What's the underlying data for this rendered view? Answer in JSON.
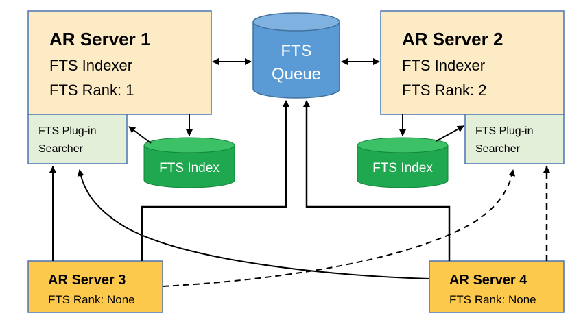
{
  "server1": {
    "title": "AR Server 1",
    "line1": "FTS Indexer",
    "line2": "FTS Rank: 1",
    "plugin_line1": "FTS Plug-in",
    "plugin_line2": "Searcher"
  },
  "server2": {
    "title": "AR Server 2",
    "line1": "FTS Indexer",
    "line2": "FTS Rank: 2",
    "plugin_line1": "FTS Plug-in",
    "plugin_line2": "Searcher"
  },
  "queue": {
    "line1": "FTS",
    "line2": "Queue"
  },
  "index_left": {
    "label": "FTS Index"
  },
  "index_right": {
    "label": "FTS Index"
  },
  "server3": {
    "title": "AR Server 3",
    "rank": "FTS Rank: None"
  },
  "server4": {
    "title": "AR Server 4",
    "rank": "FTS Rank: None"
  },
  "colors": {
    "server_fill": "#fcebc4",
    "server_stroke": "#4a74b4",
    "plugin_fill": "#e3efd9",
    "queue_fill": "#5b9bd5",
    "index_fill": "#1fa84f",
    "small_server_fill": "#fdc94d",
    "line": "#000000"
  }
}
